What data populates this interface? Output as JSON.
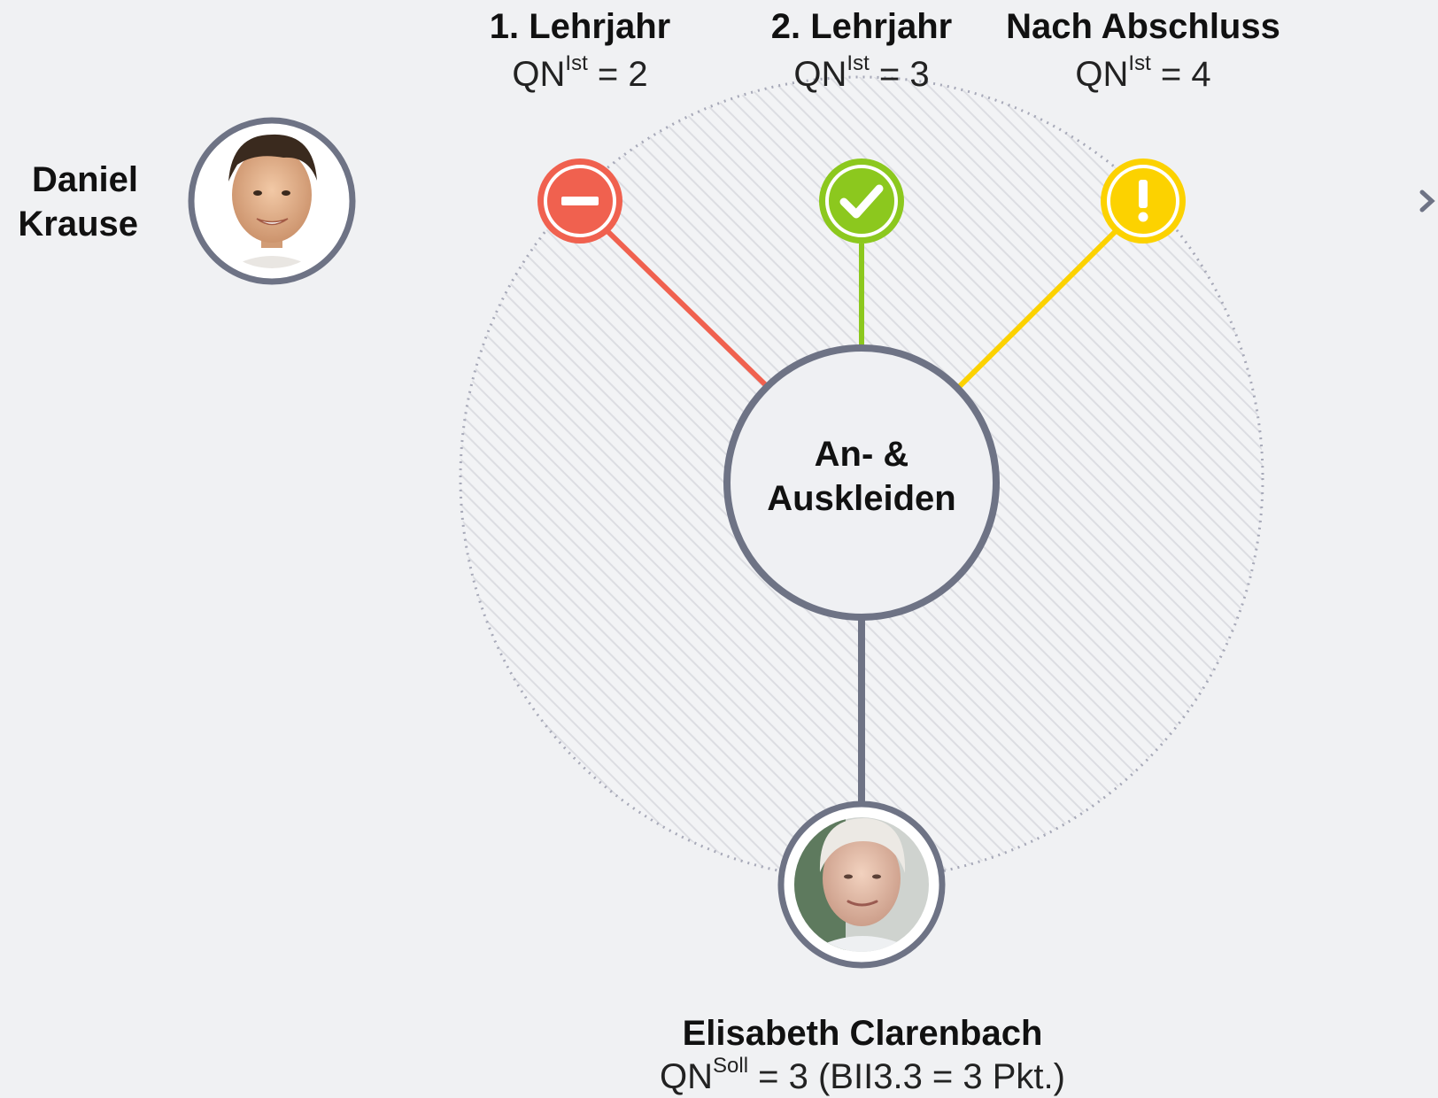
{
  "learner": {
    "first_name": "Daniel",
    "last_name": "Krause"
  },
  "stages": [
    {
      "title": "1. Lehrjahr",
      "qn_prefix": "QN",
      "qn_sup": "Ist",
      "qn_suffix": " = 2",
      "status": "red",
      "icon": "minus-icon"
    },
    {
      "title": "2. Lehrjahr",
      "qn_prefix": "QN",
      "qn_sup": "Ist",
      "qn_suffix": " = 3",
      "status": "green",
      "icon": "check-icon"
    },
    {
      "title": "Nach Abschluss",
      "qn_prefix": "QN",
      "qn_sup": "Ist",
      "qn_suffix": " = 4",
      "status": "yellow",
      "icon": "exclamation-icon"
    }
  ],
  "center": {
    "line1": "An- &",
    "line2": "Auskleiden"
  },
  "patient": {
    "name": "Elisabeth Clarenbach",
    "qn_prefix": "QN",
    "qn_sup": "Soll",
    "qn_suffix": " = 3 (BII3.3 = 3 Pkt.)"
  },
  "colors": {
    "red": "#f0614f",
    "green": "#8cc81e",
    "yellow": "#fcd200",
    "gray": "#6e7385",
    "background": "#f0f1f3"
  }
}
